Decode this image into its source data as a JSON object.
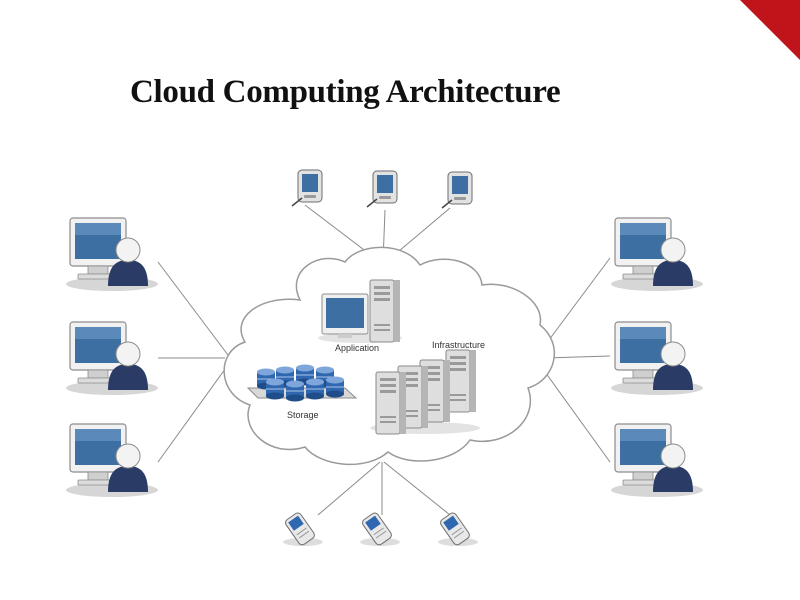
{
  "title": "Cloud Computing Architecture",
  "labels": {
    "application": "Application",
    "infrastructure": "Infrastructure",
    "storage": "Storage"
  },
  "colors": {
    "accent_corner": "#c0141b",
    "screen_blue": "#3d6fa3",
    "user_navy": "#2a3c66",
    "storage_blue": "#2f67b0",
    "cloud_stroke": "#9a9a9a",
    "line": "#8a8a8a"
  },
  "icons": [
    "pda-icon",
    "desktop-user-icon",
    "cell-phone-icon",
    "server-icon",
    "database-icon",
    "cloud-icon"
  ]
}
